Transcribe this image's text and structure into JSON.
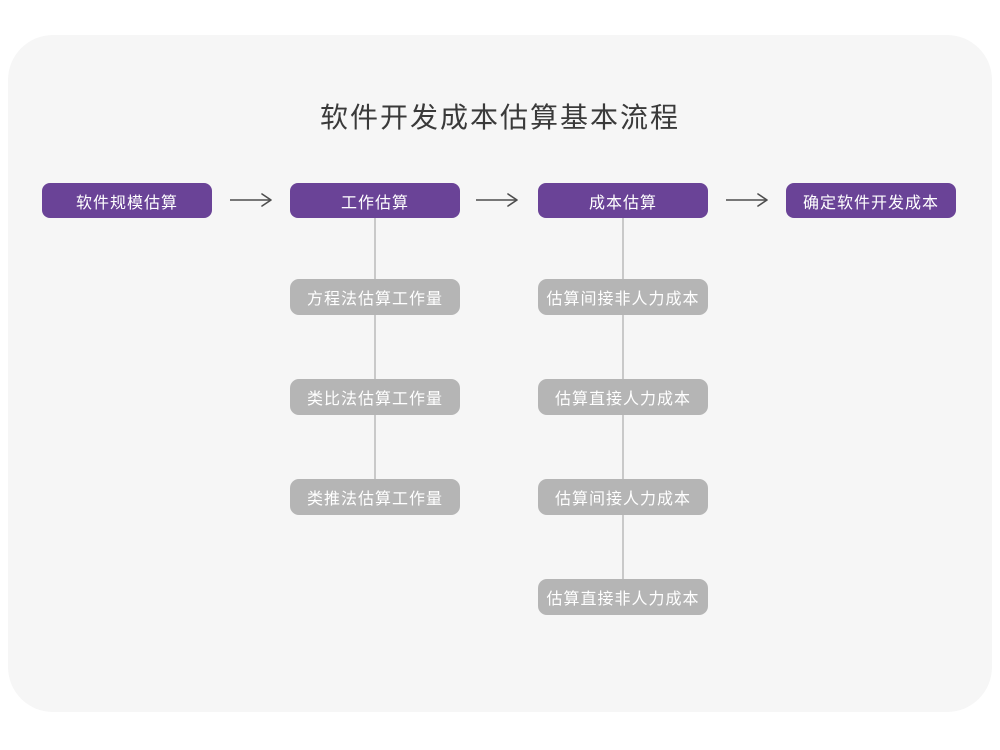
{
  "title": "软件开发成本估算基本流程",
  "colors": {
    "card_background": "#F6F6F6",
    "accent_purple": "#6A4397",
    "sub_step_gray": "#B5B5B5",
    "connector_line": "#C9C9C9",
    "arrow": "#4D4D4D",
    "title_text": "#3A3A3A"
  },
  "flow": {
    "main_steps": [
      {
        "label": "软件规模估算"
      },
      {
        "label": "工作估算"
      },
      {
        "label": "成本估算"
      },
      {
        "label": "确定软件开发成本"
      }
    ],
    "work_estimation_methods": [
      "方程法估算工作量",
      "类比法估算工作量",
      "类推法估算工作量"
    ],
    "cost_estimation_steps": [
      "估算间接非人力成本",
      "估算直接人力成本",
      "估算间接人力成本",
      "估算直接非人力成本"
    ]
  }
}
